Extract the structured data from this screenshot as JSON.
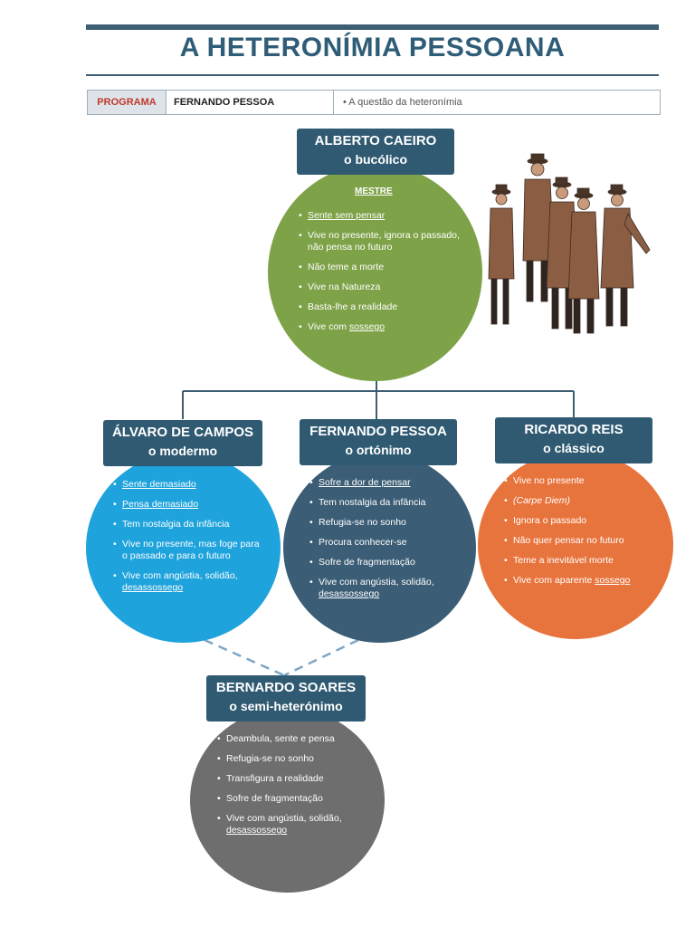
{
  "title": "A HETERONÍMIA PESSOANA",
  "program": {
    "label": "PROGRAMA",
    "author": "FERNANDO PESSOA",
    "topic": "• A questão da heteronímia"
  },
  "caeiro": {
    "name": "ALBERTO CAEIRO",
    "epithet": "o bucólico",
    "tag": "MESTRE",
    "items": [
      "Sente sem pensar",
      "Vive no presente, ignora o passado, não pensa no futuro",
      "Não teme a morte",
      "Vive na Natureza",
      "Basta-lhe a realidade",
      "Vive com"
    ],
    "item6_underlined": "sossego"
  },
  "campos": {
    "name": "ÁLVARO DE CAMPOS",
    "epithet": "o modermo",
    "items": [
      "Sente demasiado",
      "Pensa demasiado",
      "Tem nostalgia da infância",
      "Vive no presente, mas foge para o passado e para o futuro",
      "Vive com angústia, solidão,"
    ],
    "item5_underlined": "desassossego"
  },
  "pessoa": {
    "name": "FERNANDO PESSOA",
    "epithet": "o ortónimo",
    "items": [
      "Sofre a dor de pensar",
      "Tem nostalgia da infância",
      "Refugia-se no sonho",
      "Procura conhecer-se",
      "Sofre de fragmentação",
      "Vive com angústia, solidão,"
    ],
    "item6_underlined": "desassossego"
  },
  "reis": {
    "name": "RICARDO REIS",
    "epithet": "o clássico",
    "items": [
      "Vive no presente",
      "(Carpe Diem)",
      "Ignora o passado",
      "Não quer pensar no futuro",
      "Teme a inevitável morte",
      "Vive com aparente"
    ],
    "item6_underlined": "sossego"
  },
  "soares": {
    "name": "BERNARDO SOARES",
    "epithet": "o semi-heterónimo",
    "items": [
      "Deambula, sente e pensa",
      "Refugia-se no sonho",
      "Transfigura a realidade",
      "Sofre de fragmentação",
      "Vive com angústia, solidão,"
    ],
    "item5_underlined": "desassossego"
  },
  "colors": {
    "header": "#2f5a72",
    "caeiro": "#7ea248",
    "campos": "#1fa3dc",
    "pessoa": "#3b5d75",
    "reis": "#e8743d",
    "soares": "#6e6e6e"
  }
}
